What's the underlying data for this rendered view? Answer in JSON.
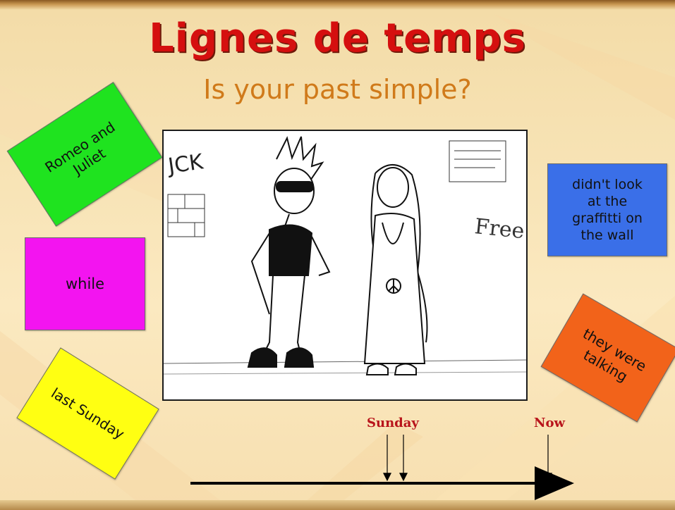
{
  "slide": {
    "title": "Lignes de temps",
    "subtitle": "Is your past simple?"
  },
  "cards": {
    "romeo": {
      "line1": "Romeo and",
      "line2": "Juliet",
      "color": "#1fe31f"
    },
    "while": {
      "label": "while",
      "color": "#f314f0"
    },
    "sunday": {
      "label": "last Sunday",
      "color": "#ffff12"
    },
    "look": {
      "line1": "didn't look",
      "line2": "at the",
      "line3": "graffitti on",
      "line4": "the wall",
      "color": "#3a6fe8"
    },
    "talk": {
      "line1": "they were",
      "line2": "talking",
      "color": "#f2631a"
    }
  },
  "timeline": {
    "label_sunday": "Sunday",
    "label_now": "Now"
  },
  "cartoon": {
    "wall_text_left": "JCK",
    "wall_text_right": "Free"
  },
  "colors": {
    "title": "#d50f0f",
    "subtitle": "#d07a1a",
    "timeline_label": "#b8141b"
  }
}
